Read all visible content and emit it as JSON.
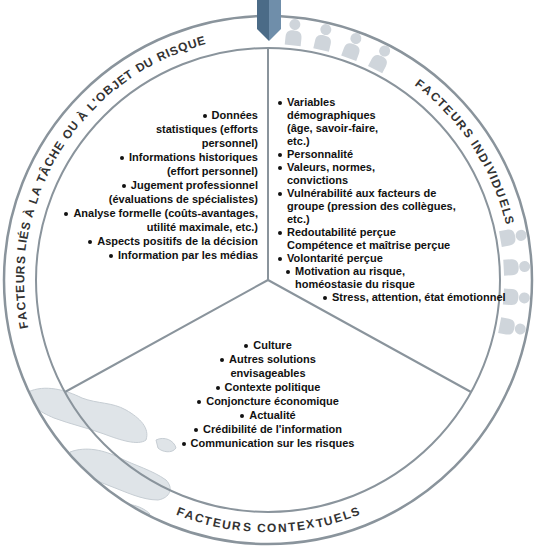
{
  "diagram": {
    "nodes": [
      {
        "text": [
          "FACTEURS LIÉS À LA TÂCHE OU À L'OBJET DU RISQUE",
          "Données statistiques (efforts personnel)",
          "Informations historiques (effort personnel)",
          "Jugement professionnel (évaluations de spécialistes)",
          "Analyse formelle (coûts-avantages, utilité maximale, etc.)",
          "Aspects positifs de la décision",
          "Information par les médias"
        ]
      },
      {
        "text": [
          "FACTEURS INDIVIDUELS",
          "Variables démographiques (âge, savoir-faire, etc.)",
          "Personnalité",
          "Valeurs, normes, convictions",
          "Vulnérabilité aux facteurs de groupe (pression des collègues, etc.)",
          "Redoutabilité perçue",
          "Compétence et maîtrise perçue",
          "Volontarité perçue",
          "Motivation au risque, homéostasie du risque",
          "Stress, attention, état émotionnel"
        ]
      },
      {
        "text": [
          "FACTEURS CONTEXTUELS",
          "Culture",
          "Autres solutions envisageables",
          "Contexte politique",
          "Conjoncture économique",
          "Actualité",
          "Crédibilité de l'information",
          "Communication sur les risques"
        ]
      }
    ]
  }
}
